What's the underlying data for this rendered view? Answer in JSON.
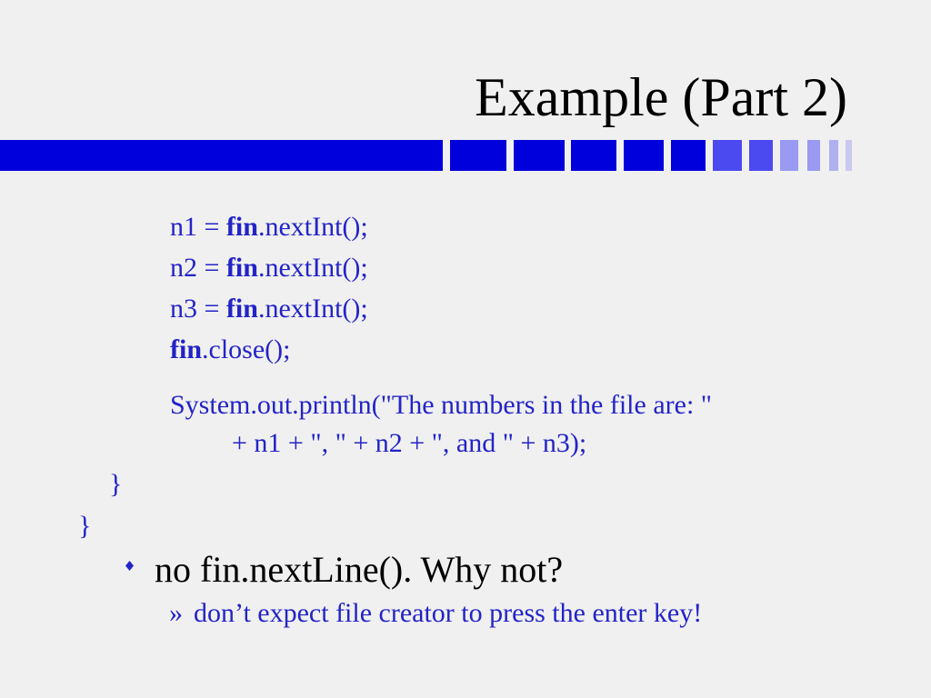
{
  "slide": {
    "title": "Example (Part 2)"
  },
  "colors": {
    "background": "#f0f0f0",
    "bar_dark": "#0000dd",
    "bar_medium": "#4a4af0",
    "bar_light": "#9a9af2",
    "bar_faint": "#c8c8f0",
    "code_text": "#2323c8",
    "title_text": "#000000"
  },
  "code": {
    "line1": {
      "pre": "n1 = ",
      "obj": "fin",
      "post": ".nextInt();"
    },
    "line2": {
      "pre": "n2 = ",
      "obj": "fin",
      "post": ".nextInt();"
    },
    "line3": {
      "pre": "n3 = ",
      "obj": "fin",
      "post": ".nextInt();"
    },
    "line4": {
      "obj": "fin",
      "post": ".close();"
    },
    "line5": "System.out.println(\"The numbers in the file are: \"",
    "line6": "+ n1 + \", \" + n2 + \", and \" + n3);",
    "line7": "}",
    "line8": "}"
  },
  "bullets": {
    "main": "no fin.nextLine().  Why not?",
    "sub_marker": "»",
    "sub": "don’t expect file creator to press the enter key!"
  },
  "icons": {
    "bullet": "diamond-bullet-icon"
  }
}
